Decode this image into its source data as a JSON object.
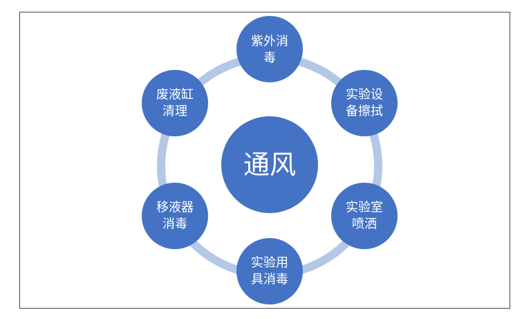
{
  "diagram": {
    "type": "cycle",
    "center": {
      "label": "通风"
    },
    "nodes": [
      {
        "line1": "紫外消",
        "line2": "毒"
      },
      {
        "line1": "实验设",
        "line2": "备擦拭"
      },
      {
        "line1": "实验室",
        "line2": "喷洒"
      },
      {
        "line1": "实验用",
        "line2": "具消毒"
      },
      {
        "line1": "移液器",
        "line2": "消毒"
      },
      {
        "line1": "废液缸",
        "line2": "清理"
      }
    ],
    "colors": {
      "node": "#4472c4",
      "ring": "#b4c7e7",
      "text": "#ffffff",
      "frame_border": "#444444"
    }
  }
}
